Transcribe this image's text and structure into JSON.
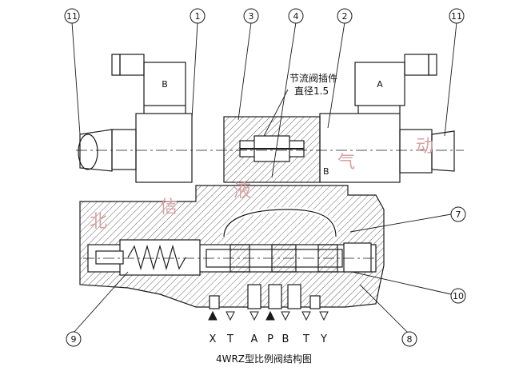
{
  "callouts": [
    "11",
    "1",
    "3",
    "4",
    "2",
    "11",
    "7",
    "10",
    "8",
    "9"
  ],
  "coil_labels": [
    "B",
    "A"
  ],
  "annotation_line1": "节流阀插件",
  "annotation_line2": "直径1.5",
  "side_letter": "B",
  "port_labels": [
    "X",
    "T",
    "A",
    "P",
    "B",
    "T",
    "Y"
  ],
  "caption": "4WRZ型比例阀结构图",
  "watermark": [
    "北",
    "信",
    "液",
    "气",
    "动"
  ],
  "colors": {
    "ink": "#1a1a1a",
    "watermark": "#d9a2a2"
  }
}
